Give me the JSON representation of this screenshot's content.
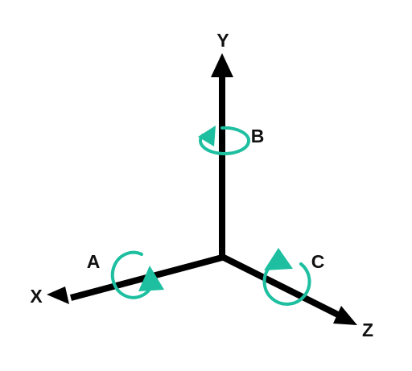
{
  "axes": {
    "x": {
      "label": "X"
    },
    "y": {
      "label": "Y"
    },
    "z": {
      "label": "Z"
    }
  },
  "rotations": {
    "a": {
      "label": "A"
    },
    "b": {
      "label": "B"
    },
    "c": {
      "label": "C"
    }
  },
  "colors": {
    "axis": "#000000",
    "rotation": "#1DBFA0"
  }
}
